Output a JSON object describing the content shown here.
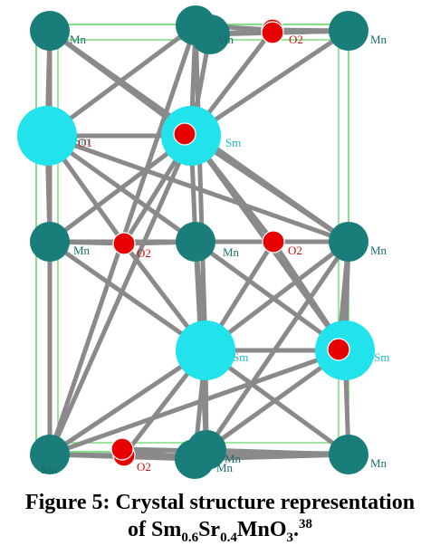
{
  "colors": {
    "mn": "#197d7a",
    "sm": "#22e3ec",
    "o": "#e60000",
    "bond": "#8a8a8a",
    "cell": "#5fd35f",
    "label_mn": "#1a6e6b",
    "label_sm": "#20b8c0",
    "label_o": "#cc1111"
  },
  "atoms": [
    {
      "id": "mn1",
      "kind": "mn",
      "label": "Mn",
      "label_pos": "right"
    },
    {
      "id": "mn2",
      "kind": "mn",
      "label": "Mn",
      "label_pos": "right"
    },
    {
      "id": "mn3",
      "kind": "mn",
      "label": "Mn",
      "label_pos": "right"
    },
    {
      "id": "mn4",
      "kind": "mn",
      "label": "Mn",
      "label_pos": "right"
    },
    {
      "id": "mn5",
      "kind": "mn",
      "label": "Mn",
      "label_pos": "right"
    },
    {
      "id": "mn6",
      "kind": "mn",
      "label": "Mn",
      "label_pos": "right"
    },
    {
      "id": "mn7",
      "kind": "mn",
      "label": "Mn",
      "label_pos": "right"
    },
    {
      "id": "mn8",
      "kind": "mn",
      "label": "Mn",
      "label_pos": "right"
    },
    {
      "id": "mn9",
      "kind": "mn",
      "label": "Mn",
      "label_pos": "right"
    },
    {
      "id": "mn10",
      "kind": "mn",
      "label": "Mn",
      "label_pos": "right"
    },
    {
      "id": "mn11",
      "kind": "mn",
      "label": "Mn",
      "label_pos": "right"
    },
    {
      "id": "sm1",
      "kind": "sm",
      "label": "Sm",
      "label_pos": "right"
    },
    {
      "id": "sm2",
      "kind": "sm",
      "label": "Sm",
      "label_pos": "right"
    },
    {
      "id": "sm3",
      "kind": "sm",
      "label": "Sm",
      "label_pos": "right"
    },
    {
      "id": "sm4",
      "kind": "sm",
      "label": "Sm",
      "label_pos": "right"
    },
    {
      "id": "o1",
      "kind": "o",
      "label": "O1",
      "label_pos": "right"
    },
    {
      "id": "o2",
      "kind": "o",
      "label": "O2",
      "label_pos": "right"
    },
    {
      "id": "o3",
      "kind": "o",
      "label": "O2",
      "label_pos": "right"
    },
    {
      "id": "o4",
      "kind": "o",
      "label": "O2",
      "label_pos": "right"
    },
    {
      "id": "o5",
      "kind": "o",
      "label": "O2",
      "label_pos": "right"
    },
    {
      "id": "o6",
      "kind": "o",
      "label": "O2",
      "label_pos": "right"
    },
    {
      "id": "o7",
      "kind": "o",
      "label": "",
      "label_pos": "right"
    },
    {
      "id": "o8",
      "kind": "o",
      "label": "",
      "label_pos": "right"
    }
  ],
  "bonds": [
    [
      "mn1",
      "sm1"
    ],
    [
      "mn1",
      "sm2"
    ],
    [
      "mn1",
      "mn7"
    ],
    [
      "mn1",
      "mn8"
    ],
    [
      "mn2",
      "sm2"
    ],
    [
      "mn2",
      "sm1"
    ],
    [
      "mn2",
      "o2"
    ],
    [
      "mn2",
      "mn4"
    ],
    [
      "mn2",
      "mn8"
    ],
    [
      "mn2",
      "sm3"
    ],
    [
      "mn4",
      "sm2"
    ],
    [
      "mn4",
      "o2"
    ],
    [
      "mn4",
      "mn3"
    ],
    [
      "mn3",
      "sm2"
    ],
    [
      "mn3",
      "o8"
    ],
    [
      "o2",
      "sm2"
    ],
    [
      "o2",
      "mn3"
    ],
    [
      "sm1",
      "mn5"
    ],
    [
      "sm1",
      "sm2"
    ],
    [
      "sm1",
      "mn6"
    ],
    [
      "sm1",
      "o3"
    ],
    [
      "sm2",
      "mn5"
    ],
    [
      "sm2",
      "mn6"
    ],
    [
      "sm2",
      "o3"
    ],
    [
      "sm2",
      "mn8"
    ],
    [
      "sm2",
      "o4"
    ],
    [
      "sm2",
      "mn7"
    ],
    [
      "sm2",
      "sm4"
    ],
    [
      "sm2",
      "o1"
    ],
    [
      "mn5",
      "sm3"
    ],
    [
      "mn5",
      "o3"
    ],
    [
      "mn5",
      "mn7"
    ],
    [
      "mn6",
      "sm3"
    ],
    [
      "mn6",
      "o4"
    ],
    [
      "mn6",
      "sm4"
    ],
    [
      "mn6",
      "mn11"
    ],
    [
      "mn6",
      "o3"
    ],
    [
      "o3",
      "mn6"
    ],
    [
      "o3",
      "sm3"
    ],
    [
      "o4",
      "sm4"
    ],
    [
      "o4",
      "mn7"
    ],
    [
      "o4",
      "sm3"
    ],
    [
      "mn7",
      "sm3"
    ],
    [
      "mn7",
      "sm4"
    ],
    [
      "mn7",
      "o7"
    ],
    [
      "mn7",
      "mn11"
    ],
    [
      "mn7",
      "sm1"
    ],
    [
      "sm3",
      "mn8"
    ],
    [
      "sm3",
      "mn9"
    ],
    [
      "sm3",
      "mn10"
    ],
    [
      "sm3",
      "mn11"
    ],
    [
      "sm3",
      "sm4"
    ],
    [
      "sm3",
      "o5"
    ],
    [
      "sm4",
      "mn11"
    ],
    [
      "sm4",
      "mn10"
    ],
    [
      "mn8",
      "o5"
    ],
    [
      "mn8",
      "mn9"
    ],
    [
      "mn8",
      "sm4"
    ],
    [
      "o5",
      "mn9"
    ],
    [
      "o5",
      "mn10"
    ],
    [
      "mn9",
      "mn10"
    ],
    [
      "mn9",
      "mn11"
    ],
    [
      "mn9",
      "o6"
    ],
    [
      "mn10",
      "mn11"
    ],
    [
      "mn10",
      "o6"
    ]
  ],
  "caption": {
    "line1": "Figure 5: Crystal structure representation",
    "line2_prefix": "of Sm",
    "sub1": "0.6",
    "mid1": "Sr",
    "sub2": "0.4",
    "mid2": "MnO",
    "sub3": "3",
    "suffix": ".",
    "ref": "38"
  }
}
